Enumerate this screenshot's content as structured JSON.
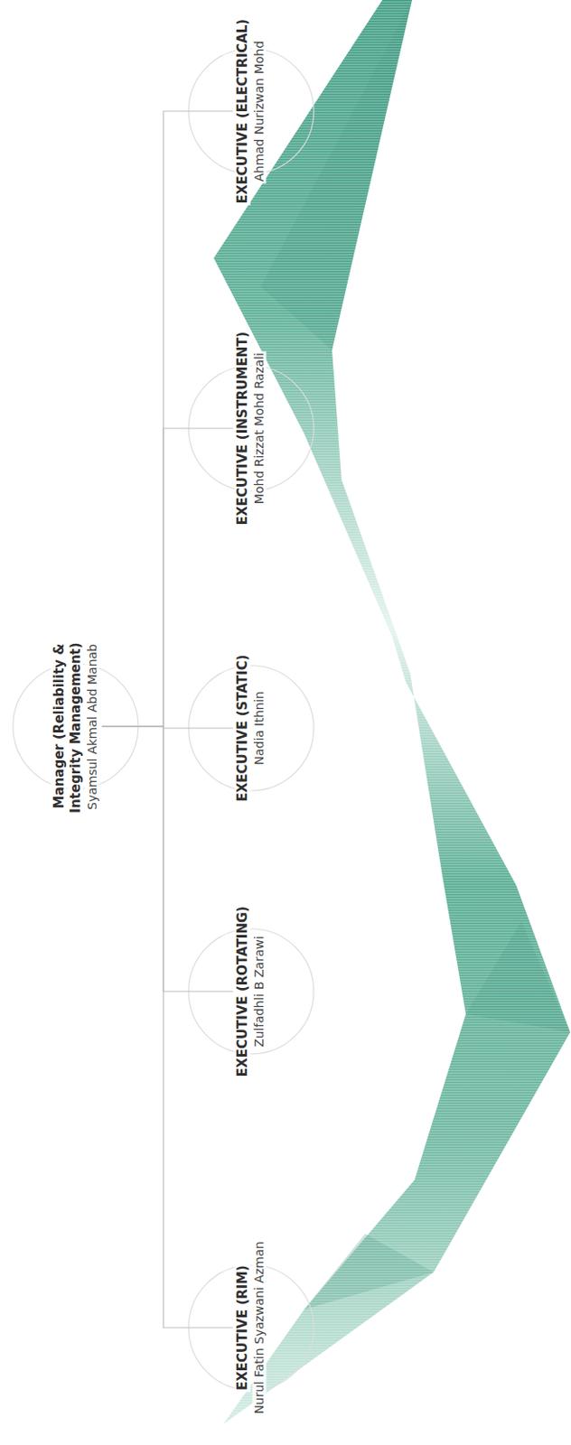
{
  "diagram": {
    "nodes": [
      {
        "text": [
          "Manager (Reliability & Integrity Management)",
          "Syamsul Akmal Abd Manab"
        ]
      },
      {
        "text": [
          "EXECUTIVE (RIM)",
          "Nurul Fatin Syazwani Azman"
        ]
      },
      {
        "text": [
          "EXECUTIVE (ROTATING)",
          "Zulfadhli B Zarawi"
        ]
      },
      {
        "text": [
          "EXECUTIVE (STATIC)",
          "Nadia Ithnin"
        ]
      },
      {
        "text": [
          "EXECUTIVE (INSTRUMENT)",
          "Mohd Rizzat Mohd Razali"
        ]
      },
      {
        "text": [
          "EXECUTIVE (ELECTRICAL)",
          "Ahmad Nurizwan Mohd"
        ]
      }
    ],
    "edges": [
      {
        "from": 0,
        "to": 1,
        "arrow": "none"
      },
      {
        "from": 0,
        "to": 2,
        "arrow": "none"
      },
      {
        "from": 0,
        "to": 3,
        "arrow": "none"
      },
      {
        "from": 0,
        "to": 4,
        "arrow": "none"
      },
      {
        "from": 0,
        "to": 5,
        "arrow": "none"
      }
    ]
  }
}
